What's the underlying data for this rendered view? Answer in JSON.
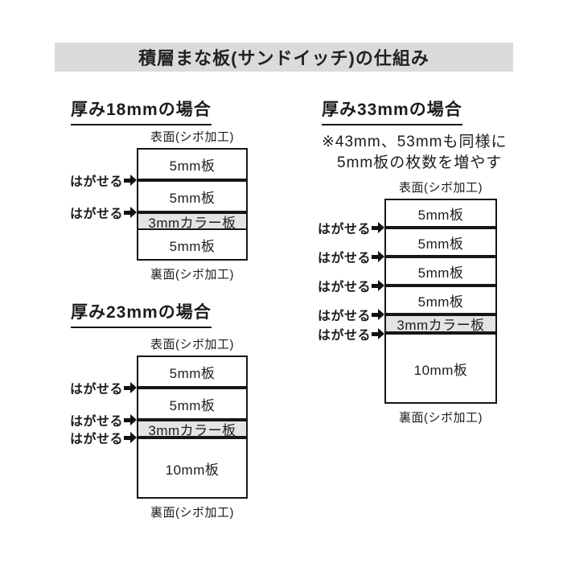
{
  "title_bar": {
    "title": "積層まな板(サンドイッチ)の仕組み"
  },
  "shared": {
    "peel_label": "はがせる",
    "front_label": "表面(シボ加工)",
    "back_label": "裏面(シボ加工)"
  },
  "sections": {
    "s18": {
      "heading": "厚み18mmの場合",
      "layers": [
        "5mm板",
        "5mm板",
        "3mmカラー板",
        "5mm板"
      ],
      "peel_count": 2
    },
    "s23": {
      "heading": "厚み23mmの場合",
      "layers": [
        "5mm板",
        "5mm板",
        "3mmカラー板",
        "10mm板"
      ],
      "peel_count": 3
    },
    "s33": {
      "heading": "厚み33mmの場合",
      "note_line1": "※43mm、53mmも同様に",
      "note_line2": "5mm板の枚数を増やす",
      "layers": [
        "5mm板",
        "5mm板",
        "5mm板",
        "5mm板",
        "3mmカラー板",
        "10mm板"
      ],
      "peel_count": 5
    }
  },
  "colors": {
    "background": "#ffffff",
    "title_bar_bg": "#dbdbdb",
    "color_board_bg": "#e4e4e4",
    "line": "#161616",
    "text": "#1c1c1c"
  }
}
